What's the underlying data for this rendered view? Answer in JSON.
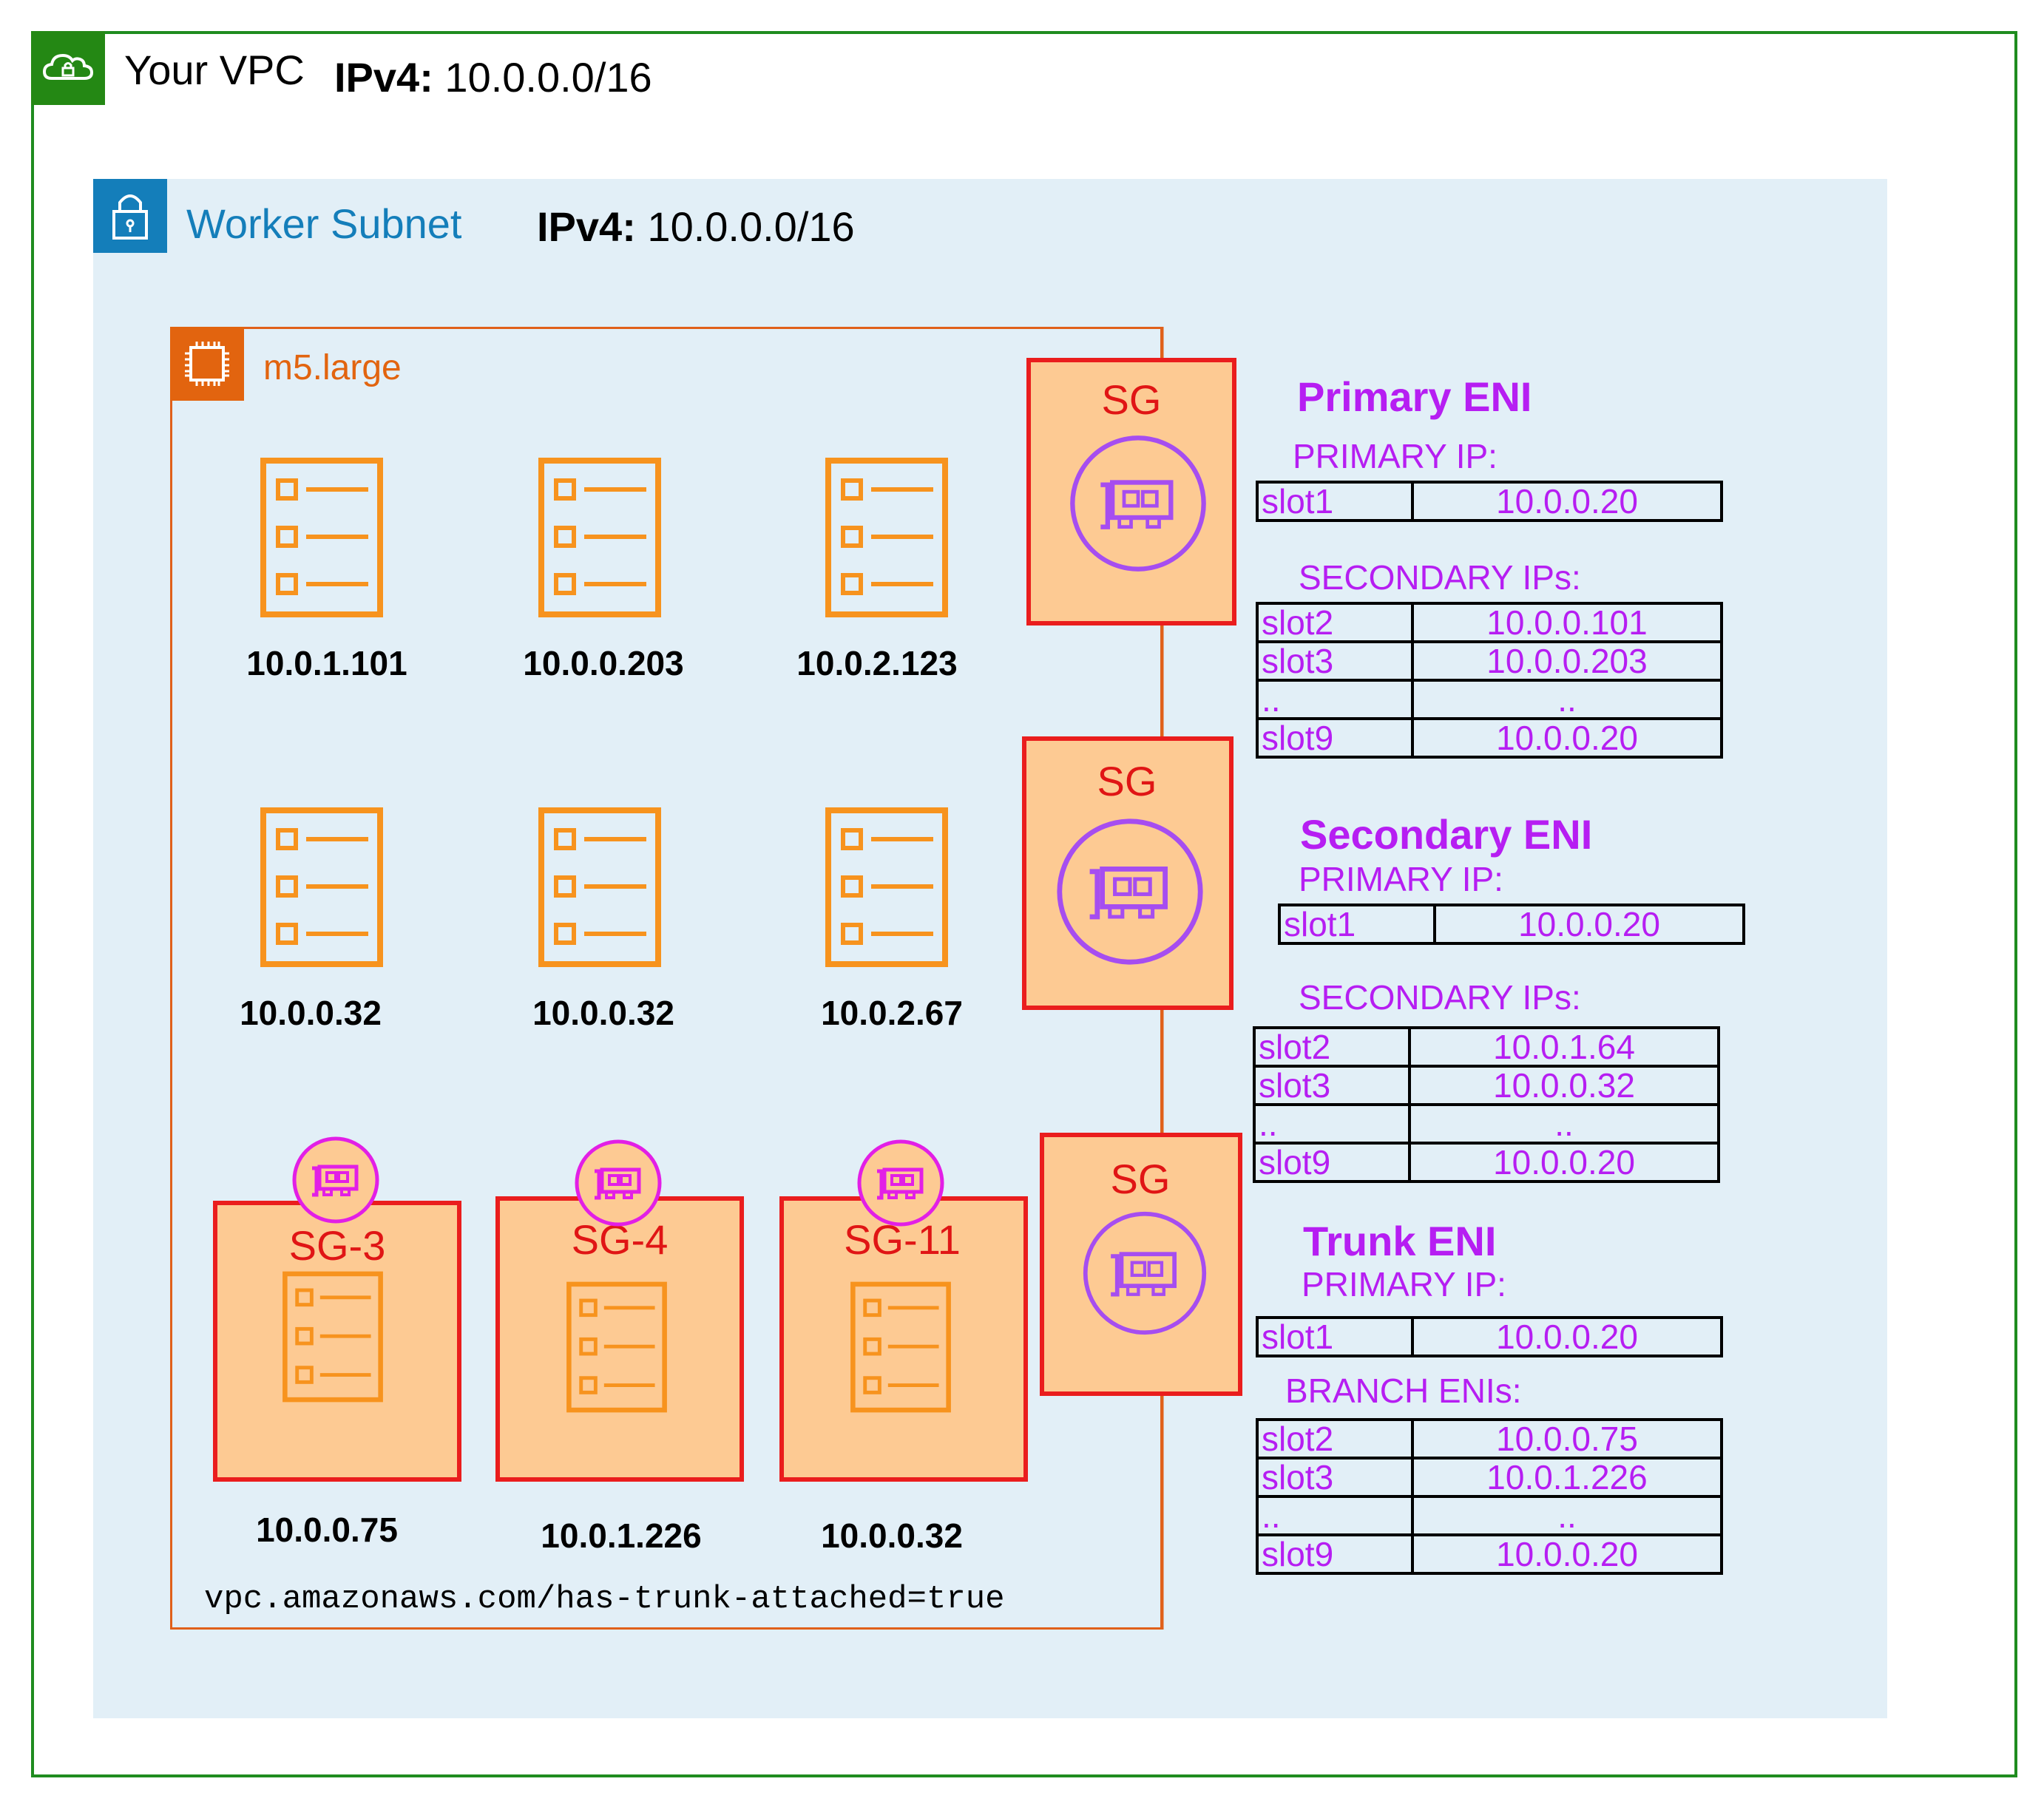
{
  "vpc": {
    "title": "Your VPC",
    "ipv4_label": "IPv4:",
    "ipv4_value": "10.0.0.0/16"
  },
  "subnet": {
    "title": "Worker Subnet",
    "ipv4_label": "IPv4:",
    "ipv4_value": "10.0.0.0/16"
  },
  "instance": {
    "type": "m5.large",
    "trunk_label": "vpc.amazonaws.com/has-trunk-attached=true"
  },
  "pods": [
    {
      "ip": "10.0.1.101"
    },
    {
      "ip": "10.0.0.203"
    },
    {
      "ip": "10.0.2.123"
    },
    {
      "ip": "10.0.0.32"
    },
    {
      "ip": "10.0.0.32"
    },
    {
      "ip": "10.0.2.67"
    }
  ],
  "branch_pods": [
    {
      "sg": "SG-3",
      "ip": "10.0.0.75"
    },
    {
      "sg": "SG-4",
      "ip": "10.0.1.226"
    },
    {
      "sg": "SG-11",
      "ip": "10.0.0.32"
    }
  ],
  "eni_sg_label": "SG",
  "enis": {
    "primary": {
      "title": "Primary ENI",
      "primary_ip_label": "PRIMARY IP:",
      "primary_slot": {
        "slot": "slot1",
        "ip": "10.0.0.20"
      },
      "secondary_label": "SECONDARY IPs:",
      "secondary": [
        {
          "slot": "slot2",
          "ip": "10.0.0.101"
        },
        {
          "slot": "slot3",
          "ip": "10.0.0.203"
        },
        {
          "slot": "..",
          "ip": ".."
        },
        {
          "slot": "slot9",
          "ip": "10.0.0.20"
        }
      ]
    },
    "secondary": {
      "title": "Secondary ENI",
      "primary_ip_label": "PRIMARY IP:",
      "primary_slot": {
        "slot": "slot1",
        "ip": "10.0.0.20"
      },
      "secondary_label": "SECONDARY IPs:",
      "secondary": [
        {
          "slot": "slot2",
          "ip": "10.0.1.64"
        },
        {
          "slot": "slot3",
          "ip": "10.0.0.32"
        },
        {
          "slot": "..",
          "ip": ".."
        },
        {
          "slot": "slot9",
          "ip": "10.0.0.20"
        }
      ]
    },
    "trunk": {
      "title": "Trunk ENI",
      "primary_ip_label": "PRIMARY IP:",
      "primary_slot": {
        "slot": "slot1",
        "ip": "10.0.0.20"
      },
      "secondary_label": "BRANCH ENIs:",
      "secondary": [
        {
          "slot": "slot2",
          "ip": "10.0.0.75"
        },
        {
          "slot": "slot3",
          "ip": "10.0.1.226"
        },
        {
          "slot": "..",
          "ip": ".."
        },
        {
          "slot": "slot9",
          "ip": "10.0.0.20"
        }
      ]
    }
  },
  "colors": {
    "vpc_green": "#248814",
    "subnet_blue": "#147eba",
    "subnet_fill": "#e2eff7",
    "instance_orange": "#e2640f",
    "sg_fill": "#fdca93",
    "sg_border": "#ea1d1d",
    "eni_purple": "#b61ef2",
    "eni_icon_purple": "#a64df0",
    "branch_magenta": "#e21fe6",
    "pod_orange": "#f7931e"
  },
  "icons": [
    "vpc-cloud-lock-icon",
    "subnet-lock-icon",
    "ec2-chip-icon",
    "pod-list-icon",
    "network-interface-icon"
  ]
}
